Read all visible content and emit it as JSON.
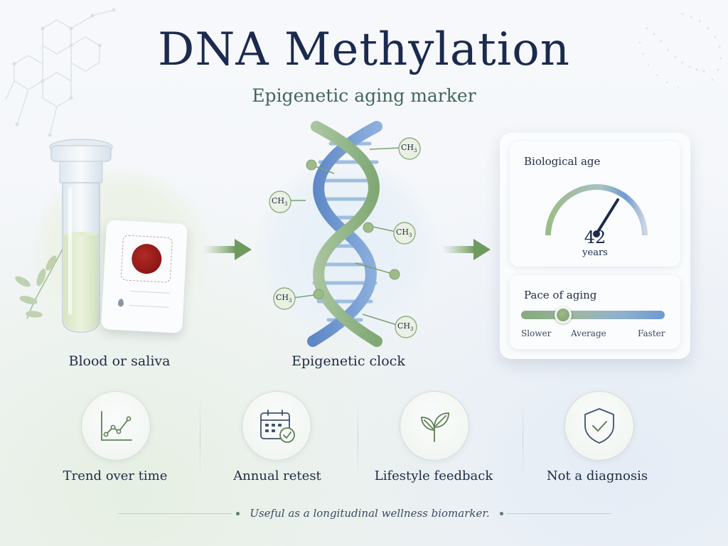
{
  "header": {
    "title": "DNA Methylation",
    "subtitle": "Epigenetic aging marker"
  },
  "steps": {
    "sample_label": "Blood or saliva",
    "clock_label": "Epigenetic clock",
    "methyl_label": "CH",
    "methyl_sub": "3"
  },
  "results": {
    "bio_age": {
      "title": "Biological age",
      "value": "42",
      "unit": "years"
    },
    "pace": {
      "title": "Pace of aging",
      "slower": "Slower",
      "average": "Average",
      "faster": "Faster",
      "level": 0.29
    }
  },
  "features": [
    {
      "label": "Trend over time",
      "icon": "trend-chart-icon"
    },
    {
      "label": "Annual retest",
      "icon": "calendar-check-icon"
    },
    {
      "label": "Lifestyle feedback",
      "icon": "sprout-icon"
    },
    {
      "label": "Not a diagnosis",
      "icon": "shield-check-icon"
    }
  ],
  "footer": {
    "note": "Useful as a longitudinal wellness biomarker."
  },
  "colors": {
    "navy": "#1b2a4e",
    "sage": "#41665a",
    "accent_green": "#6f9a68",
    "accent_blue": "#5f8fc9",
    "blood": "#9a1c1c"
  }
}
